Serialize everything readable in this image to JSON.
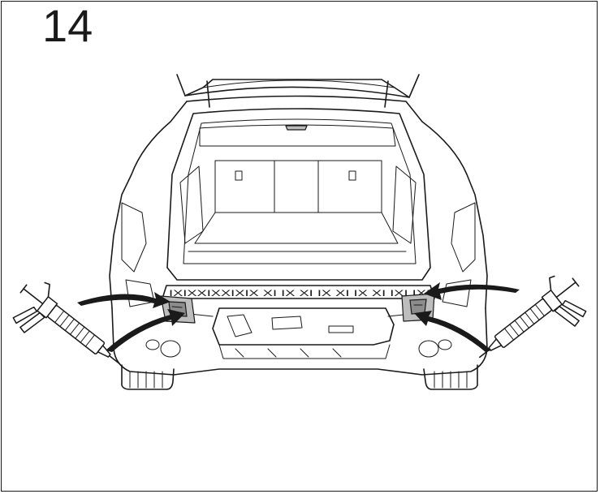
{
  "step": {
    "number": "14"
  },
  "sealer_marks": "IXIXXIXXIXIX  XI  IX  XI  IX  XI  IX  XI  IXI  IXI",
  "colors": {
    "line": "#1a1a1a",
    "highlight": "#bdbdbd",
    "background": "#ffffff"
  },
  "icons": [
    "sealant-gun-icon-left",
    "sealant-gun-icon-right",
    "arrow-icon"
  ]
}
